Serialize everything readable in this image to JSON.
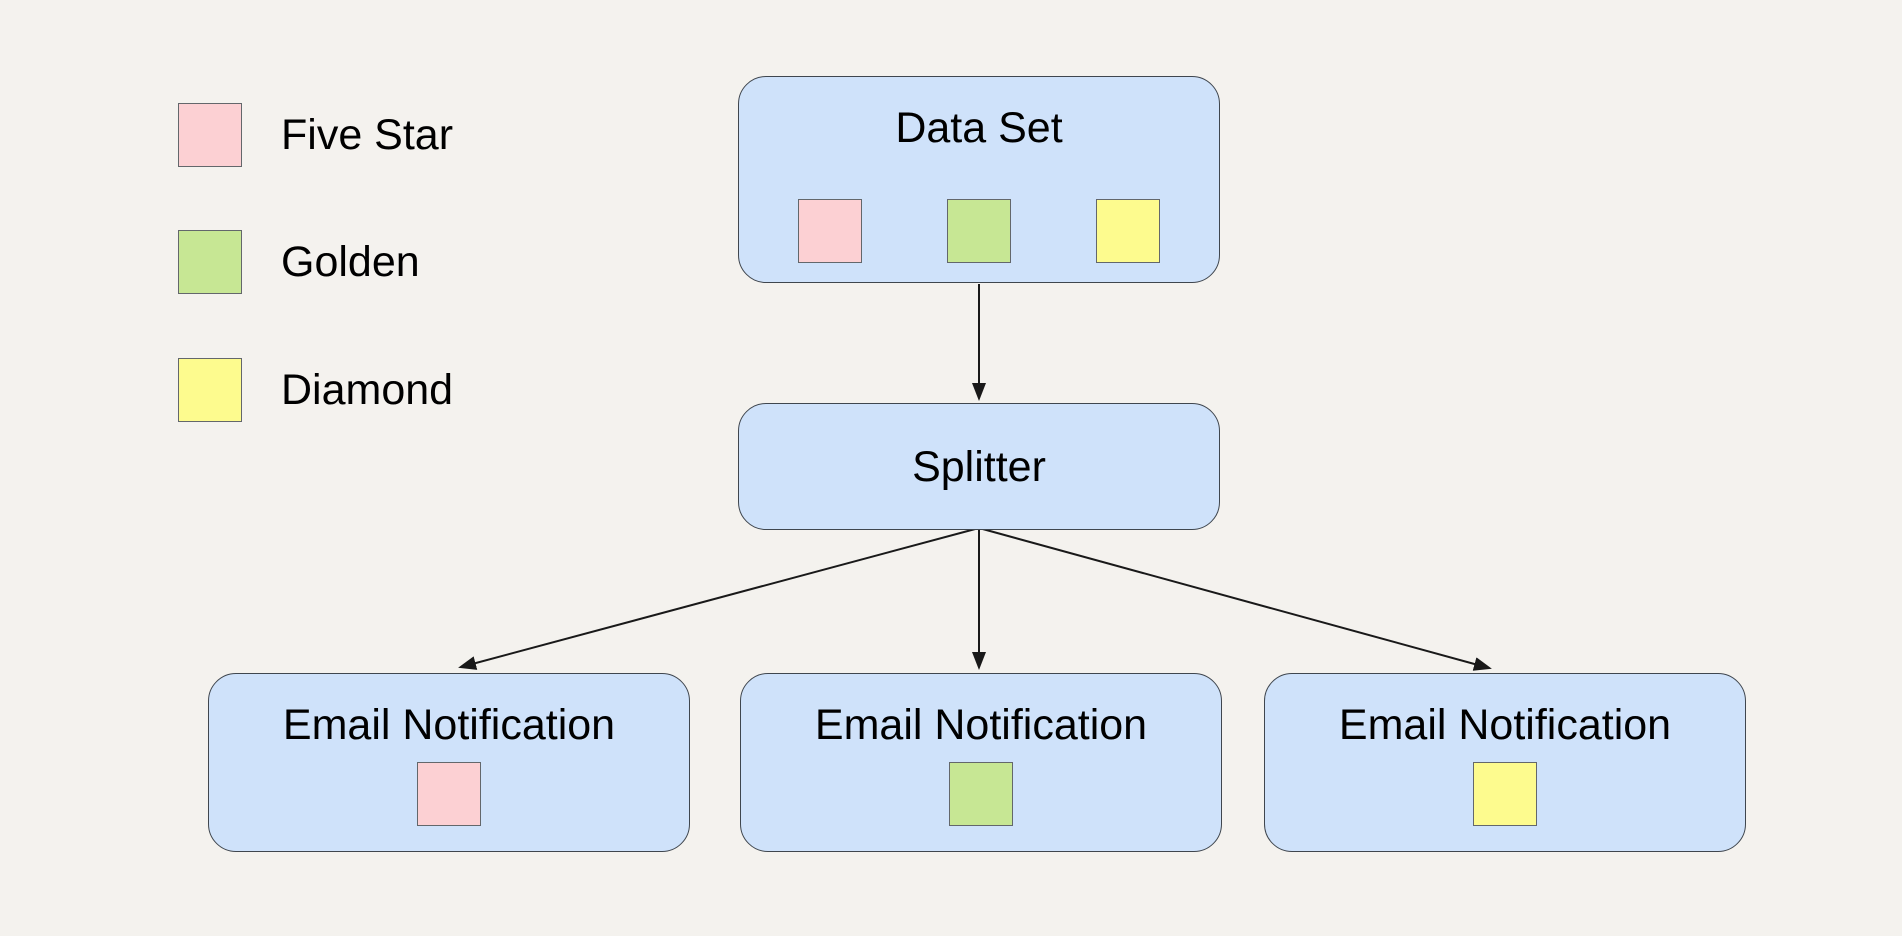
{
  "colors": {
    "background": "#f4f2ee",
    "node_fill": "#cfe2fa",
    "node_border": "#3f464e",
    "five_star": "#fcd0d3",
    "golden": "#c7e794",
    "diamond": "#fdfb8e",
    "swatch_border": "#63676b",
    "arrow": "#191919",
    "text": "#000000"
  },
  "legend": {
    "items": [
      {
        "label": "Five Star",
        "color_key": "five_star"
      },
      {
        "label": "Golden",
        "color_key": "golden"
      },
      {
        "label": "Diamond",
        "color_key": "diamond"
      }
    ]
  },
  "diagram": {
    "dataset": {
      "label": "Data Set",
      "swatches": [
        "five_star",
        "golden",
        "diamond"
      ]
    },
    "splitter": {
      "label": "Splitter"
    },
    "notifications": [
      {
        "label": "Email Notification",
        "swatch": "five_star"
      },
      {
        "label": "Email Notification",
        "swatch": "golden"
      },
      {
        "label": "Email Notification",
        "swatch": "diamond"
      }
    ],
    "edges": [
      {
        "from": "Data Set",
        "to": "Splitter"
      },
      {
        "from": "Splitter",
        "to": "Email Notification (Five Star)"
      },
      {
        "from": "Splitter",
        "to": "Email Notification (Golden)"
      },
      {
        "from": "Splitter",
        "to": "Email Notification (Diamond)"
      }
    ]
  }
}
